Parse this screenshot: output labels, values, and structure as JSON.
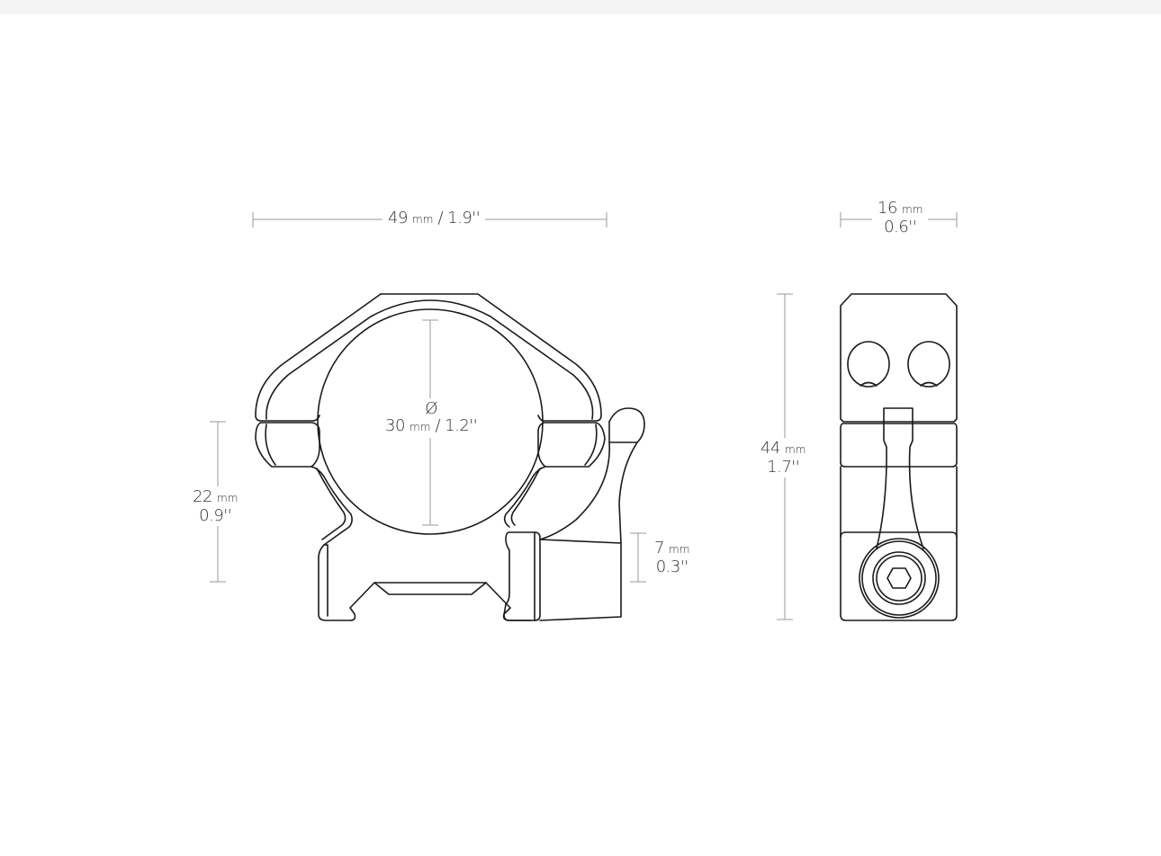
{
  "diagram": {
    "title": "Scope ring technical drawing",
    "colors": {
      "background": "#ffffff",
      "line": "#1a1a1a",
      "dimension_line": "#9a9a9a",
      "text": "#333333",
      "top_band": "#f4f4f4"
    },
    "views": [
      {
        "name": "front-view",
        "description": "Front view of 30 mm quick-release scope ring on rail base"
      },
      {
        "name": "side-view",
        "description": "Side view showing lever and hex screw"
      }
    ],
    "dimensions": {
      "width": {
        "value": "49",
        "unit": "mm",
        "sep": "/",
        "imperial": "1.9''"
      },
      "diameter": {
        "symbol": "Ø",
        "value": "30",
        "unit": "mm",
        "sep": "/",
        "imperial": "1.2''"
      },
      "center_height": {
        "value": "22",
        "unit": "mm",
        "imperial": "0.9''"
      },
      "base_height": {
        "value": "7",
        "unit": "mm",
        "imperial": "0.3''"
      },
      "depth": {
        "value": "16",
        "unit": "mm",
        "imperial": "0.6''"
      },
      "total_height": {
        "value": "44",
        "unit": "mm",
        "imperial": "1.7''"
      }
    }
  }
}
